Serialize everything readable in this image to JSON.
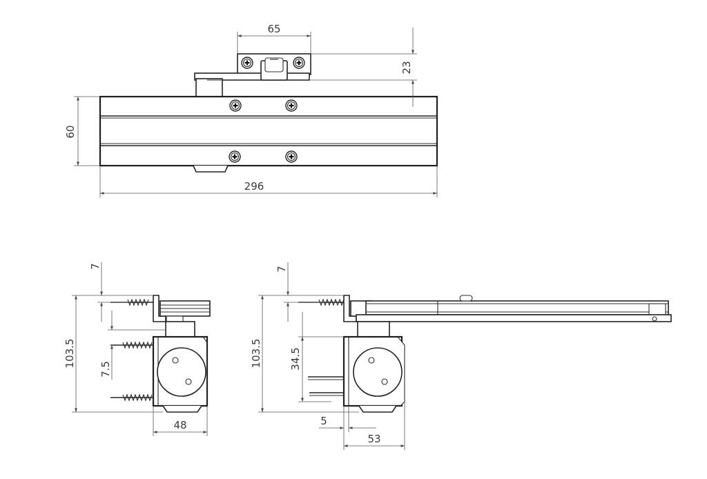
{
  "diagram": {
    "top_view": {
      "dims": {
        "bracket_width": "65",
        "bracket_height": "23",
        "body_height": "60",
        "body_length": "296"
      }
    },
    "side_view_left": {
      "dims": {
        "top_offset": "7",
        "total_height": "103.5",
        "screw_spacing": "7.5",
        "body_depth": "48"
      }
    },
    "side_view_right": {
      "dims": {
        "top_offset": "7",
        "total_height": "103.5",
        "axis_height": "34.5",
        "plate_offset": "5",
        "body_depth": "53"
      }
    }
  }
}
